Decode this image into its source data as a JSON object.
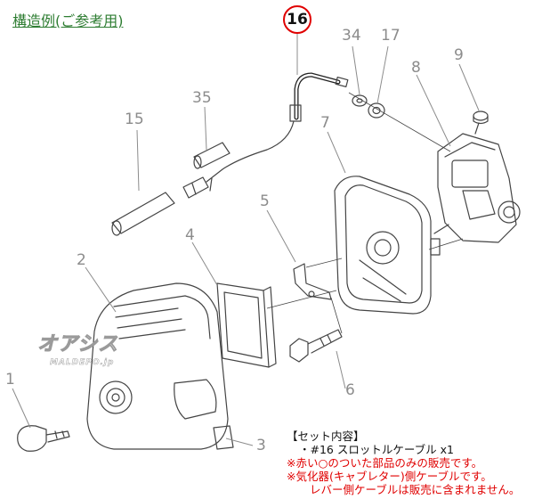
{
  "title": "構造例(ご参考用)",
  "highlighted_part": "16",
  "part_numbers": {
    "p1": "1",
    "p2": "2",
    "p3": "3",
    "p4": "4",
    "p5": "5",
    "p6": "6",
    "p7": "7",
    "p8": "8",
    "p9": "9",
    "p15": "15",
    "p17": "17",
    "p34": "34",
    "p35": "35"
  },
  "notes": {
    "heading": "【セット内容】",
    "item": "・#16 スロットルケーブル x1",
    "warn1": "※赤い○のついた部品のみの販売です。",
    "warn2": "※気化器(キャブレター)側ケーブルです。",
    "warn3": "レバー側ケーブルは販売に含まれません。"
  },
  "watermark": {
    "logo": "オアシス",
    "sub": "MALDEPO.jp"
  },
  "colors": {
    "title": "#2e7d32",
    "highlight": "#e00000",
    "line": "#444444",
    "leader": "#8c8c8c"
  }
}
